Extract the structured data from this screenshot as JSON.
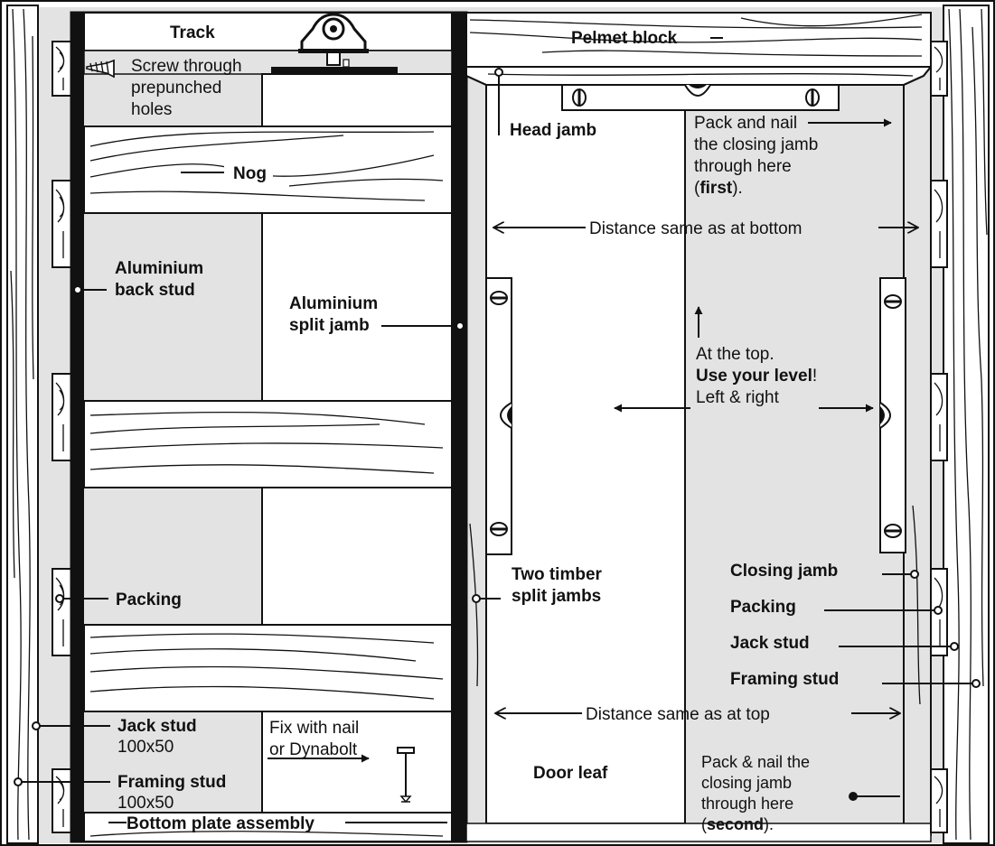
{
  "colors": {
    "panel": "#e3e3e4",
    "ink": "#111111",
    "paper": "#ffffff"
  },
  "labels": {
    "track": "Track",
    "screw_line1": "Screw through",
    "screw_line2": "prepunched",
    "screw_line3": "holes",
    "nog": "Nog",
    "aluminium_back_stud_line1": "Aluminium",
    "aluminium_back_stud_line2": "back stud",
    "aluminium_split_jamb_line1": "Aluminium",
    "aluminium_split_jamb_line2": "split jamb",
    "packing_left": "Packing",
    "jack_stud_left": "Jack stud",
    "jack_stud_size": "100x50",
    "framing_stud_left": "Framing stud",
    "framing_stud_size": "100x50",
    "fix_line1": "Fix with nail",
    "fix_line2": "or Dynabolt",
    "bottom_plate": "Bottom plate assembly",
    "pelmet_block": "Pelmet block",
    "head_jamb": "Head jamb",
    "pack_first_line1": "Pack and nail",
    "pack_first_line2": "the closing jamb",
    "pack_first_line3": "through here",
    "pack_first_open": "(",
    "pack_first_bold": "first",
    "pack_first_close": ").",
    "distance_bottom": "Distance same as at bottom",
    "at_top": "At the top.",
    "use_level_bold": "Use your level",
    "use_level_excl": "!",
    "left_right": "Left & right",
    "two_timber_line1": "Two timber",
    "two_timber_line2": "split jambs",
    "closing_jamb": "Closing jamb",
    "packing_right": "Packing",
    "jack_stud_right": "Jack stud",
    "framing_stud_right": "Framing stud",
    "distance_top": "Distance same as at top",
    "door_leaf": "Door leaf",
    "pack_second_line1": "Pack & nail the",
    "pack_second_line2": "closing jamb",
    "pack_second_line3": "through here",
    "pack_second_open": "(",
    "pack_second_bold": "second",
    "pack_second_close": ")."
  }
}
